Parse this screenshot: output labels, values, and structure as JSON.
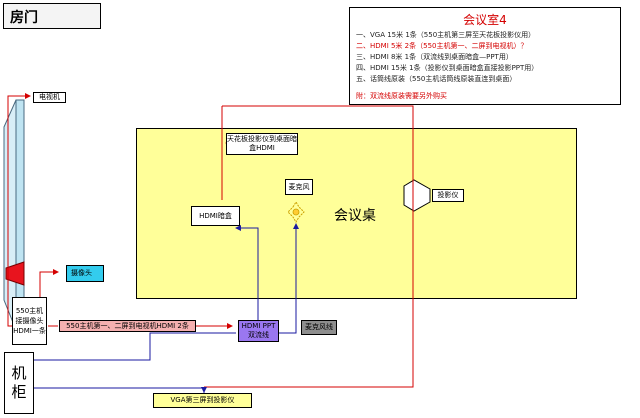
{
  "title": "房门",
  "note": {
    "title": "会议室4",
    "lines": [
      "一、VGA  15米  1条（550主机第三屏至天花板投影仪用）",
      "二、HDMI  5米  2条（550主机第一、二屏到电视机）？",
      "三、HDMI  8米  1条（双流线到桌面暗盒—PPT用）",
      "四、HDMI  15米  1条（投影仪到桌面暗盒直接投影PPT用）",
      "五、话筒线原装（550主机话筒线原装直连到桌面）"
    ],
    "warning": "附：双流线原装需要另外购买"
  },
  "labels": {
    "tv": "电视机",
    "ceiling_projector": "天花板投影仪到桌面暗盒HDMI",
    "microphone": "麦克风",
    "hdmi_box": "HDMI暗盒",
    "conference_table": "会议桌",
    "projector": "投影仪",
    "camera": "摄像头",
    "camera_cable": "550主机接摄像头HDMI一条",
    "cable_host": "550主机第一、二屏到电视机HDMI 2条",
    "hdmi_ppt": "HDMI PPT双流线",
    "mic_cable": "麦克风线",
    "cabinet": "机柜",
    "vga3": "VGA第三屏到投影仪"
  },
  "colors": {
    "line_red": "#d40000",
    "line_blue": "#1a1aa0",
    "table_fill": "#ffff99",
    "camera_fill": "#33ccee",
    "cable_pink": "#f5b0b0",
    "hdmi_ppt_fill": "#9a77f0",
    "mic_cable_fill": "#8e8e8e",
    "tv_fill": "#bfe4f2",
    "camera_icon": "#e8141e"
  }
}
